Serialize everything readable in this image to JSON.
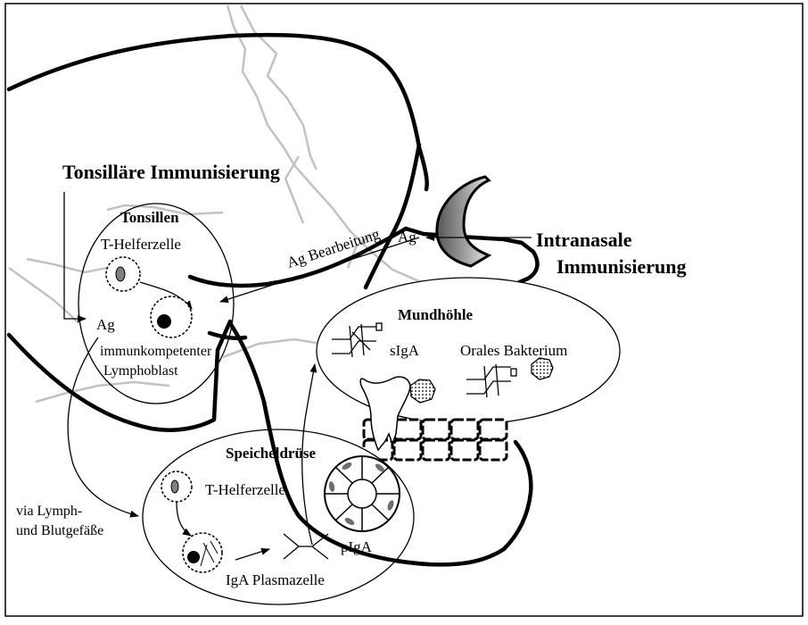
{
  "titles": {
    "tonsillar": "Tonsilläre Immunisierung",
    "intranasal_line1": "Intranasale",
    "intranasal_line2": "Immunisierung"
  },
  "tonsils": {
    "heading": "Tonsillen",
    "t_helper": "T-Helferzelle",
    "antigen": "Ag",
    "lymphoblast_line1": "immunkompetenter",
    "lymphoblast_line2": "Lymphoblast"
  },
  "processing": {
    "label": "Ag Bearbeitung",
    "antigen": "Ag"
  },
  "mouth": {
    "heading": "Mundhöhle",
    "siga": "sIgA",
    "bacterium": "Orales Bakterium"
  },
  "salivary": {
    "heading": "Speicheldrüse",
    "t_helper": "T-Helferzelle",
    "piga": "pIgA",
    "plasma_cell": "IgA Plasmazelle"
  },
  "transport": {
    "line1": "via Lymph-",
    "line2": "und Blutgefäße"
  },
  "colors": {
    "background": "#ffffff",
    "ink": "#000000",
    "skull_suture": "#bdbdbd",
    "cell_fill": "#808080"
  }
}
